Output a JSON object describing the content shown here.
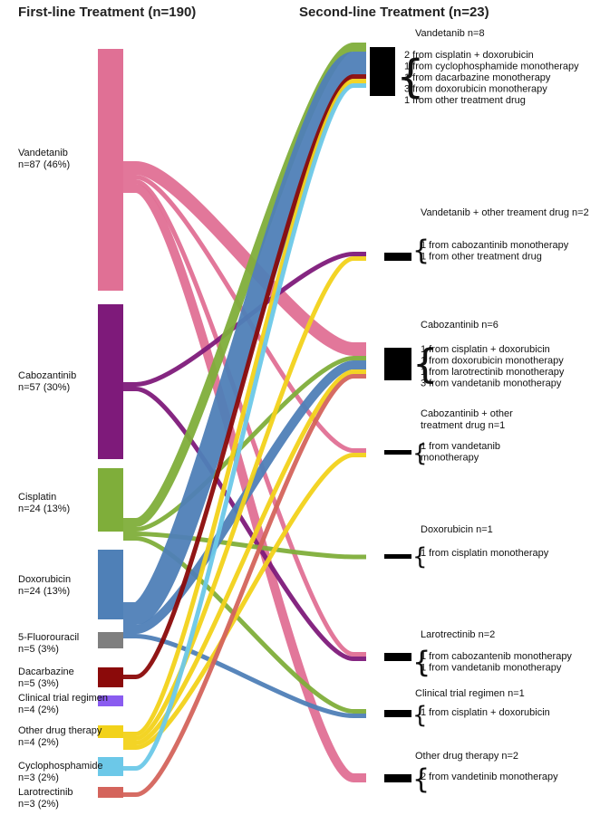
{
  "headers": {
    "first_line": "First-line Treatment (n=190)",
    "second_line": "Second-line Treatment (n=23)"
  },
  "first_line_nodes": [
    {
      "id": "vandetanib",
      "name": "Vandetanib",
      "count": "n=87 (46%)",
      "color": "#e07095"
    },
    {
      "id": "cabozantinib",
      "name": "Cabozantinib",
      "count": "n=57 (30%)",
      "color": "#7e1a7a"
    },
    {
      "id": "cisplatin",
      "name": "Cisplatin",
      "count": "n=24 (13%)",
      "color": "#7fae3a"
    },
    {
      "id": "doxorubicin",
      "name": "Doxorubicin",
      "count": "n=24 (13%)",
      "color": "#4f80b7"
    },
    {
      "id": "fluorouracil",
      "name": "5-Fluorouracil",
      "count": "n=5 (3%)",
      "color": "#7f7f7f"
    },
    {
      "id": "dacarbazine",
      "name": "Dacarbazine",
      "count": "n=5 (3%)",
      "color": "#8b0a0a"
    },
    {
      "id": "clinical",
      "name": "Clinical trial regimen",
      "count": "n=4 (2%)",
      "color": "#8a5cf0"
    },
    {
      "id": "other",
      "name": "Other drug therapy",
      "count": "n=4 (2%)",
      "color": "#f2d21a"
    },
    {
      "id": "cyclophosphamide",
      "name": "Cyclophosphamide",
      "count": "n=3 (2%)",
      "color": "#6cc8e8"
    },
    {
      "id": "larotrectinib",
      "name": "Larotrectinib",
      "count": "n=3 (2%)",
      "color": "#d4645c"
    }
  ],
  "second_line_nodes": [
    {
      "id": "s_vand",
      "title": "Vandetanib n=8",
      "details": [
        "2 from cisplatin + doxorubicin",
        "1 from cyclophosphamide monotherapy",
        "1 from dacarbazine monotherapy",
        "3 from doxorubicin monotherapy",
        "1 from other treatment drug"
      ]
    },
    {
      "id": "s_vand_other",
      "title": "Vandetanib + other treament drug n=2",
      "details": [
        "1 from cabozantinib monotherapy",
        "1 from other treatment drug"
      ]
    },
    {
      "id": "s_cabo",
      "title": "Cabozantinib n=6",
      "details": [
        "1 from cisplatin + doxorubicin",
        "1 from doxorubicin monotherapy",
        "1 from larotrectinib monotherapy",
        "3 from vandetanib monotherapy"
      ]
    },
    {
      "id": "s_cabo_other",
      "title": [
        "Cabozantinib + other",
        "treatment drug n=1"
      ],
      "details": [
        "1 from vandetanib",
        "monotherapy"
      ]
    },
    {
      "id": "s_doxo",
      "title": "Doxorubicin n=1",
      "details": [
        "1 from cisplatin monotherapy"
      ]
    },
    {
      "id": "s_laro",
      "title": "Larotrectinib n=2",
      "details": [
        "1 from cabozantenib monotherapy",
        "1 from vandetanib monotherapy"
      ]
    },
    {
      "id": "s_clin",
      "title": "Clinical trial regimen  n=1",
      "details": [
        "1 from cisplatin + doxorubicin"
      ]
    },
    {
      "id": "s_other",
      "title": "Other drug therapy  n=2",
      "details": [
        "2 from vandetinib monotherapy"
      ]
    }
  ],
  "flows": [
    {
      "from": "vandetanib",
      "to": "s_cabo",
      "value": 3
    },
    {
      "from": "vandetanib",
      "to": "s_cabo_other",
      "value": 1
    },
    {
      "from": "vandetanib",
      "to": "s_laro",
      "value": 1
    },
    {
      "from": "vandetanib",
      "to": "s_other",
      "value": 2
    },
    {
      "from": "cabozantinib",
      "to": "s_vand_other",
      "value": 1
    },
    {
      "from": "cabozantinib",
      "to": "s_laro",
      "value": 1
    },
    {
      "from": "cisplatin",
      "to": "s_vand",
      "value": 2
    },
    {
      "from": "cisplatin",
      "to": "s_cabo",
      "value": 1
    },
    {
      "from": "cisplatin",
      "to": "s_doxo",
      "value": 1
    },
    {
      "from": "cisplatin",
      "to": "s_clin",
      "value": 1
    },
    {
      "from": "doxorubicin",
      "to": "s_vand",
      "value": 5
    },
    {
      "from": "doxorubicin",
      "to": "s_cabo",
      "value": 2
    },
    {
      "from": "doxorubicin",
      "to": "s_clin",
      "value": 1
    },
    {
      "from": "dacarbazine",
      "to": "s_vand",
      "value": 1
    },
    {
      "from": "other",
      "to": "s_vand",
      "value": 1
    },
    {
      "from": "other",
      "to": "s_vand_other",
      "value": 1
    },
    {
      "from": "other",
      "to": "s_cabo",
      "value": 1
    },
    {
      "from": "other",
      "to": "s_cabo_other",
      "value": 1
    },
    {
      "from": "cyclophosphamide",
      "to": "s_vand",
      "value": 1
    },
    {
      "from": "larotrectinib",
      "to": "s_cabo",
      "value": 1
    }
  ]
}
